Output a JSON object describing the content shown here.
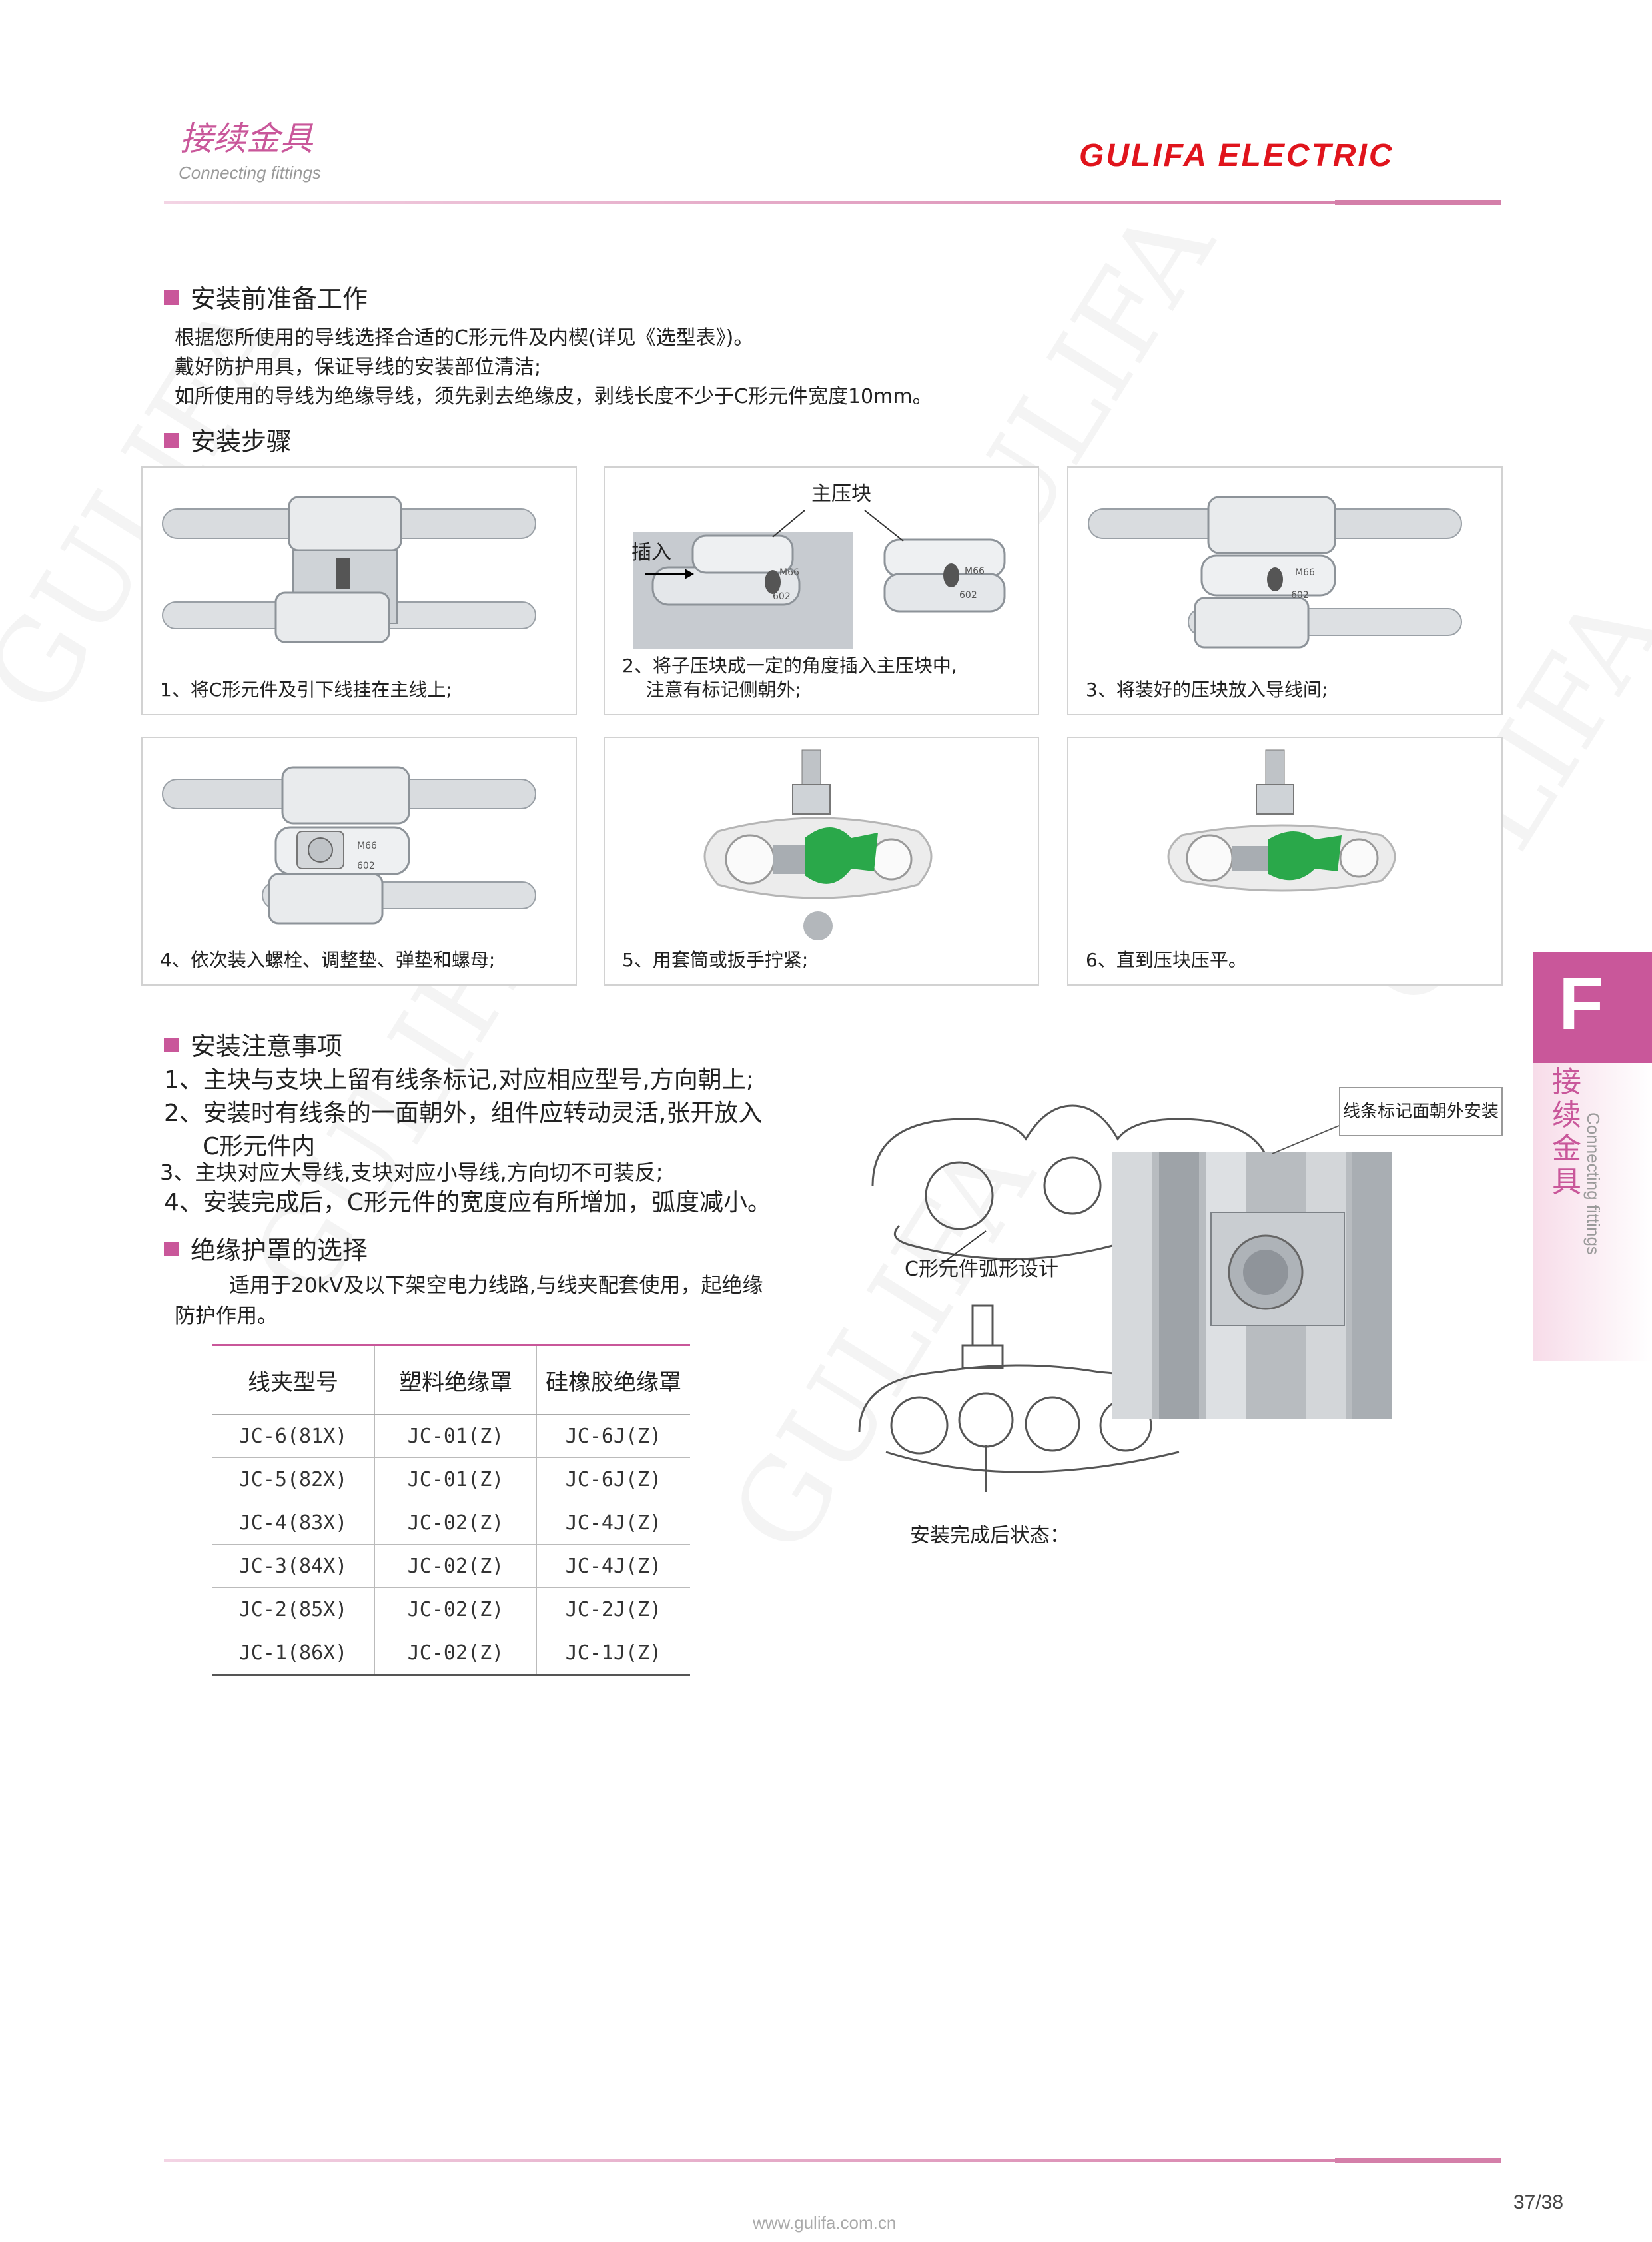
{
  "header": {
    "title_cn": "接续金具",
    "title_en": "Connecting fittings",
    "brand": "GULIFA ELECTRIC"
  },
  "watermark": "GULIFA",
  "prep": {
    "heading": "安装前准备工作",
    "lines": [
      "根据您所使用的导线选择合适的C形元件及内楔(详见《选型表》)。",
      "戴好防护用具，保证导线的安装部位清洁;",
      "如所使用的导线为绝缘导线，须先剥去绝缘皮，剥线长度不少于C形元件宽度10mm。"
    ]
  },
  "steps": {
    "heading": "安装步骤",
    "label_main_block": "主压块",
    "label_insert": "插入",
    "mark_m": "M66",
    "mark_n": "602",
    "items": [
      {
        "caption": "1、将C形元件及引下线挂在主线上;"
      },
      {
        "caption": "2、将子压块成一定的角度插入主压块中,\n    注意有标记侧朝外;"
      },
      {
        "caption": "3、将装好的压块放入导线间;"
      },
      {
        "caption": "4、依次装入螺栓、调整垫、弹垫和螺母;"
      },
      {
        "caption": "5、用套筒或扳手拧紧;"
      },
      {
        "caption": "6、直到压块压平。"
      }
    ]
  },
  "notes": {
    "heading": "安装注意事项",
    "items": [
      "1、主块与支块上留有线条标记,对应相应型号,方向朝上;",
      "2、安装时有线条的一面朝外，组件应转动灵活,张开放入",
      "C形元件内",
      "3、主块对应大导线,支块对应小导线,方向切不可装反;",
      "4、安装完成后，C形元件的宽度应有所增加，弧度减小。"
    ]
  },
  "cover": {
    "heading": "绝缘护罩的选择",
    "line1": "适用于20kV及以下架空电力线路,与线夹配套使用，起绝缘",
    "line2": "防护作用。",
    "table": {
      "headers": [
        "线夹型号",
        "塑料绝缘罩",
        "硅橡胶绝缘罩"
      ],
      "rows": [
        [
          "JC-6(81X)",
          "JC-01(Z)",
          "JC-6J(Z)"
        ],
        [
          "JC-5(82X)",
          "JC-01(Z)",
          "JC-6J(Z)"
        ],
        [
          "JC-4(83X)",
          "JC-02(Z)",
          "JC-4J(Z)"
        ],
        [
          "JC-3(84X)",
          "JC-02(Z)",
          "JC-4J(Z)"
        ],
        [
          "JC-2(85X)",
          "JC-02(Z)",
          "JC-2J(Z)"
        ],
        [
          "JC-1(86X)",
          "JC-02(Z)",
          "JC-1J(Z)"
        ]
      ]
    }
  },
  "diagram": {
    "callout": "线条标记面朝外安装",
    "label_arc": "C形元件弧形设计",
    "label_done": "安装完成后状态："
  },
  "side_tab": {
    "letter": "F",
    "cn_chars": [
      "接",
      "续",
      "金",
      "具"
    ],
    "en": "Connecting fittings"
  },
  "footer": {
    "url": "www.gulifa.com.cn",
    "page": "37/38"
  },
  "colors": {
    "accent": "#c9579a",
    "brand": "#e0141c",
    "wedge": "#2aa84a"
  }
}
